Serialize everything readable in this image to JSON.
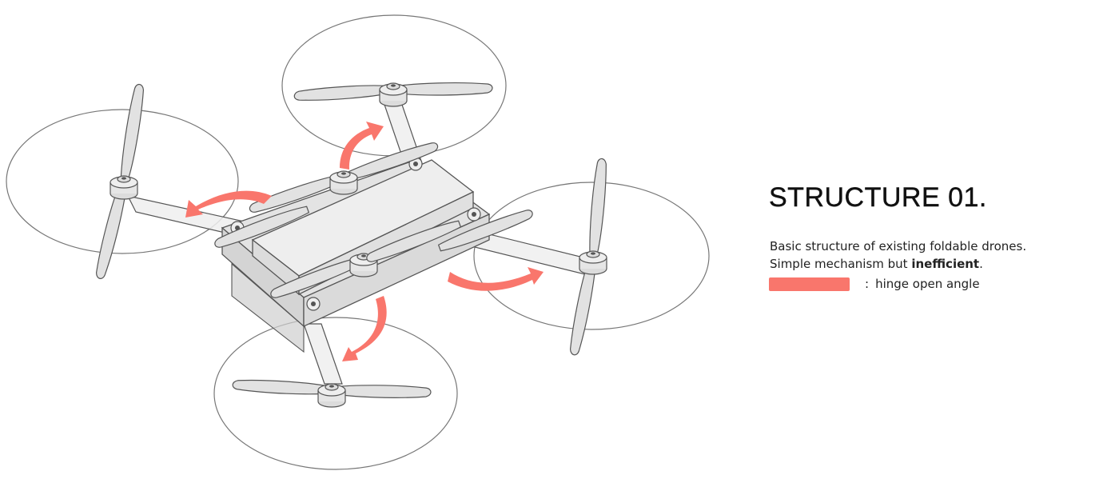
{
  "heading": "STRUCTURE 01.",
  "description": {
    "line1": "Basic structure of existing foldable drones.",
    "line2_prefix": "Simple mechanism but ",
    "line2_emphasis": "inefficient",
    "line2_suffix": "."
  },
  "legend": {
    "separator": ":",
    "label": "hinge open angle",
    "color": "#f9766c"
  },
  "colors": {
    "line": "#555555",
    "body_fill": "#e6e6e6",
    "arm_fill": "#eeeeee",
    "arrow": "#f9766c"
  }
}
